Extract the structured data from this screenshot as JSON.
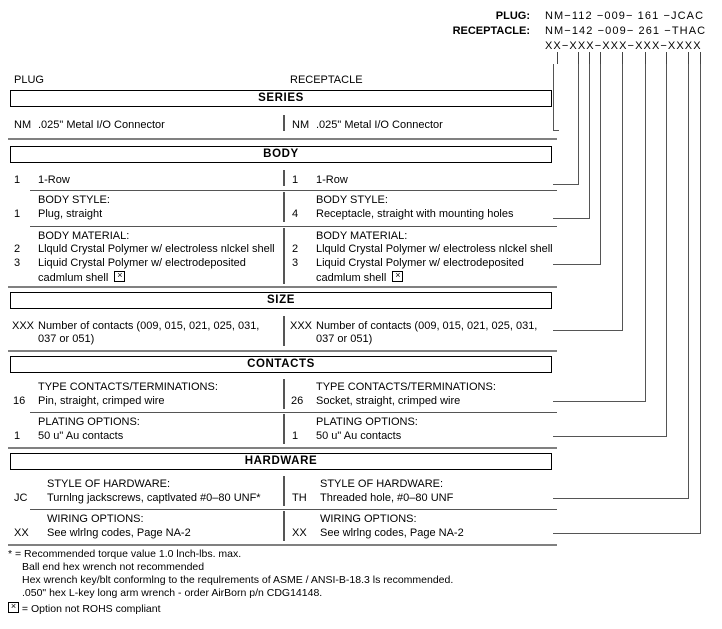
{
  "part_number": {
    "plug_label": "PLUG:",
    "plug_value": "NM−112 −009− 161 −JCAC",
    "receptacle_label": "RECEPTACLE:",
    "receptacle_value": "NM−142 −009− 261 −THAC",
    "mask": "XX−XXX−XXX−XXX−XXXX"
  },
  "columns": {
    "left": "PLUG",
    "right": "RECEPTACLE"
  },
  "sections": [
    {
      "banner": "SERIES",
      "rows": [
        {
          "left_code": "NM",
          "left_text": ".025\" Metal I/O Connector",
          "right_code": "NM",
          "right_text": ".025\" Metal I/O Connector"
        }
      ]
    },
    {
      "banner": "BODY",
      "rows": [
        {
          "left_code": "1",
          "left_text": "1-Row",
          "right_code": "1",
          "right_text": "1-Row"
        },
        {
          "caption": "BODY STYLE:",
          "left_code": "1",
          "left_text": "Plug, straight",
          "right_code": "4",
          "right_text": "Receptacle, straight with mounting holes"
        },
        {
          "caption": "BODY MATERIAL:",
          "left_code": "2",
          "left_text": "Llquld Crystal Polymer w/ electroless nlckel shell",
          "right_code": "2",
          "right_text": "Llquld Crystal Polymer w/ electroless nlckel shell"
        },
        {
          "left_code": "3",
          "left_text": "Liquid Crystal Polymer w/ electrodeposited",
          "left_text2": "cadmlum shell",
          "right_code": "3",
          "right_text": "Liquid Crystal Polymer w/ electrodeposited",
          "right_text2": "cadmlum shell"
        }
      ]
    },
    {
      "banner": "SIZE",
      "rows": [
        {
          "left_code": "XXX",
          "left_text": "Number of contacts (009, 015, 021, 025, 031,",
          "left_text2": "037 or 051)",
          "right_code": "XXX",
          "right_text": "Number of contacts (009, 015, 021, 025, 031,",
          "right_text2": "037 or 051)"
        }
      ]
    },
    {
      "banner": "CONTACTS",
      "rows": [
        {
          "caption": "TYPE CONTACTS/TERMINATIONS:",
          "left_code": "16",
          "left_text": "Pin, straight, crimped wire",
          "right_code": "26",
          "right_text": "Socket, straight, crimped wire"
        },
        {
          "caption": "PLATING OPTIONS:",
          "left_code": "1",
          "left_text": "50 u\" Au contacts",
          "right_code": "1",
          "right_text": "50 u\" Au contacts"
        }
      ]
    },
    {
      "banner": "HARDWARE",
      "rows": [
        {
          "caption": "STYLE OF HARDWARE:",
          "left_code": "JC",
          "left_text": "Turnlng jackscrews, captlvated #0–80 UNF*",
          "right_code": "TH",
          "right_text": "Threaded hole, #0–80 UNF"
        },
        {
          "caption": "WIRING OPTIONS:",
          "left_code": "XX",
          "left_text": "See wlrlng codes, Page NA-2",
          "right_code": "XX",
          "right_text": "See wlrlng codes, Page NA-2"
        }
      ]
    }
  ],
  "notes": {
    "line1": "* = Recommended torque value 1.0 lnch-lbs. max.",
    "line2": "Ball end hex wrench not recommended",
    "line3": "Hex wrench key/blt conformlng to the requlrements of ASME / ANSI-B-18.3 ls recommended.",
    "line4": ".050\" hex L-key long arm wrench - order AirBorn p/n CDG14148.",
    "rohs": "= Option not ROHS compliant"
  }
}
